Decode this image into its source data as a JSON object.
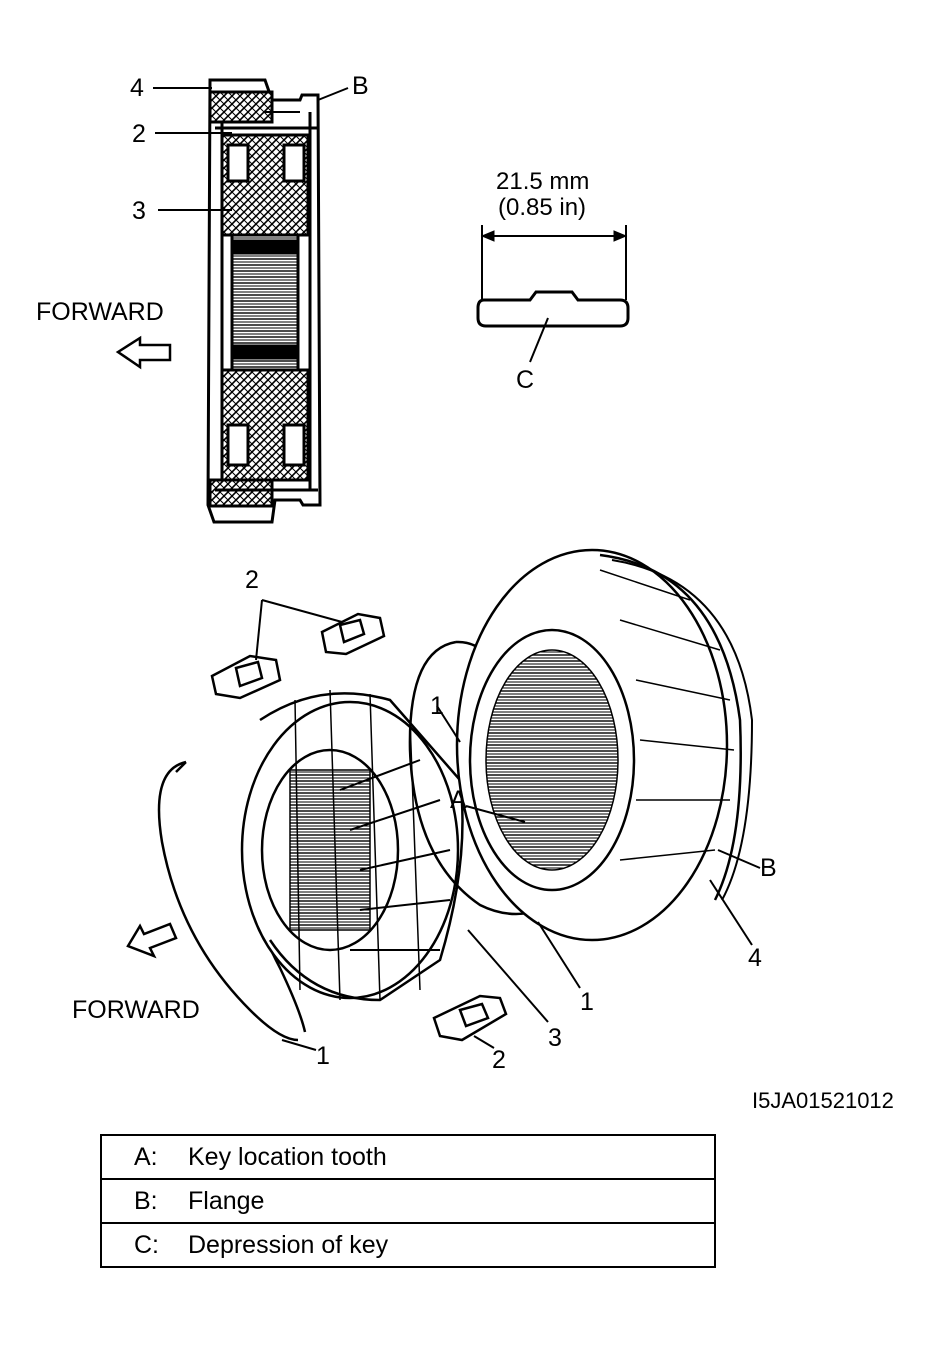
{
  "top_view": {
    "labels": {
      "n4": "4",
      "n2": "2",
      "n3": "3",
      "b": "B"
    },
    "forward": "FORWARD"
  },
  "key_detail": {
    "dim_mm": "21.5 mm",
    "dim_in": "(0.85 in)",
    "c": "C"
  },
  "exploded": {
    "labels": {
      "n2_top": "2",
      "a": "A",
      "n1_mid": "1",
      "b": "B",
      "n4": "4",
      "n1_left": "1",
      "n3": "3",
      "n1_right": "1",
      "n2_bottom": "2"
    },
    "forward": "FORWARD"
  },
  "figure_id": "I5JA01521012",
  "legend": [
    {
      "key": "A:",
      "text": "Key location tooth"
    },
    {
      "key": "B:",
      "text": "Flange"
    },
    {
      "key": "C:",
      "text": "Depression of key"
    }
  ]
}
